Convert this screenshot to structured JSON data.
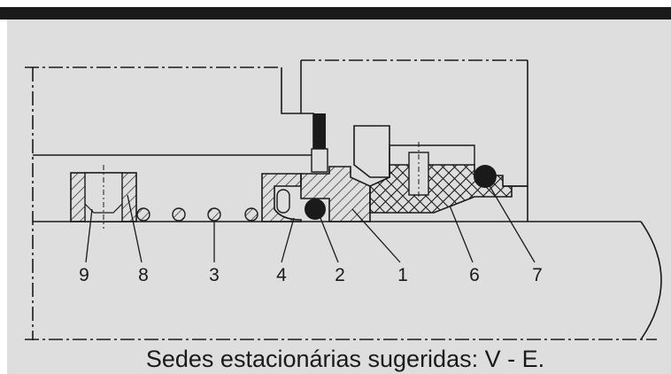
{
  "caption": "Sedes estacionárias sugeridas: V - E.",
  "part_labels": [
    {
      "id": "9",
      "text": "9"
    },
    {
      "id": "8",
      "text": "8"
    },
    {
      "id": "3",
      "text": "3"
    },
    {
      "id": "4",
      "text": "4"
    },
    {
      "id": "2",
      "text": "2"
    },
    {
      "id": "1",
      "text": "1"
    },
    {
      "id": "6",
      "text": "6"
    },
    {
      "id": "7",
      "text": "7"
    }
  ],
  "colors": {
    "top_bar": "#1a1a1a",
    "background": "#dedede",
    "line": "#1a1a1a",
    "fill": "#dedede"
  }
}
